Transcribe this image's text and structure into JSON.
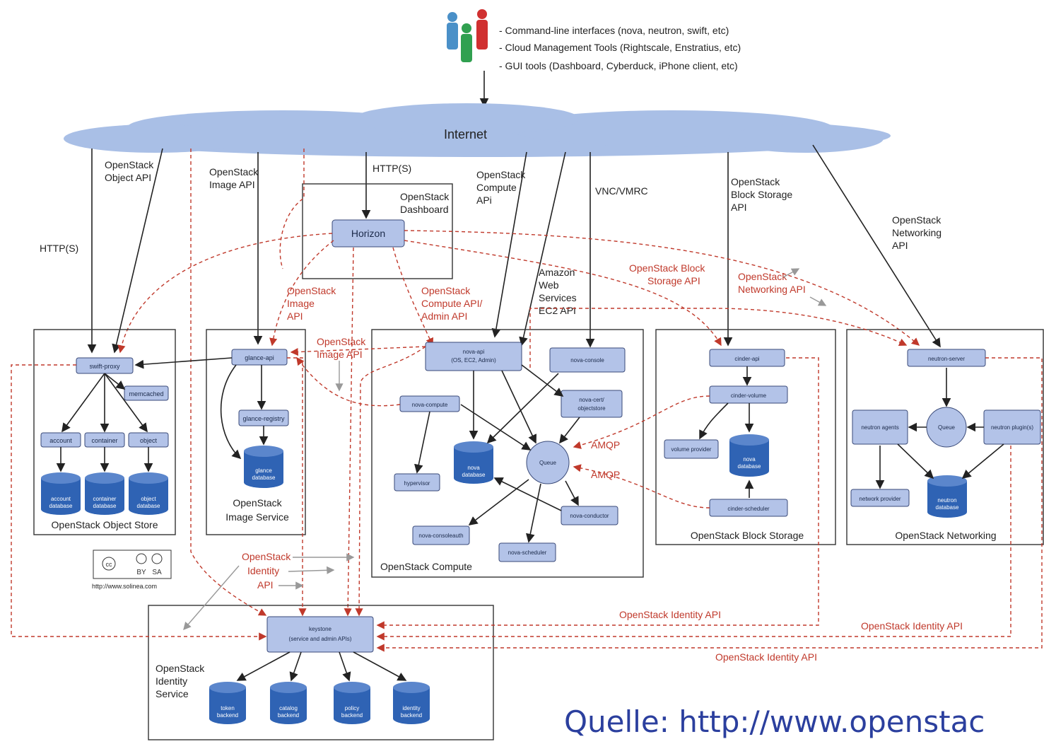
{
  "top_notes": [
    "- Command-line interfaces (nova, neutron, swift, etc)",
    "- Cloud Management Tools (Rightscale, Enstratius, etc)",
    "- GUI tools (Dashboard, Cyberduck, iPhone client, etc)"
  ],
  "cloud_label": "Internet",
  "api_labels": {
    "object_api": [
      "OpenStack",
      "Object API"
    ],
    "http_left": "HTTP(S)",
    "image_api": [
      "OpenStack",
      "Image API"
    ],
    "http_center": "HTTP(S)",
    "compute_api": [
      "OpenStack",
      "Compute",
      "APi"
    ],
    "vnc": "VNC/VMRC",
    "block_api": [
      "OpenStack",
      "Block Storage",
      "API"
    ],
    "net_api": [
      "OpenStack",
      "Networking",
      "API"
    ],
    "aws": [
      "Amazon",
      "Web",
      "Services",
      "EC2 API"
    ]
  },
  "red_labels": {
    "image_api_a": [
      "OpenStack",
      "Image",
      "API"
    ],
    "compute_admin": [
      "OpenStack",
      "Compute API/",
      "Admin API"
    ],
    "image_api_b": [
      "OpenStack",
      "Image API"
    ],
    "block_api": [
      "OpenStack Block",
      "Storage API"
    ],
    "net_api": [
      "OpenStack",
      "Networking API"
    ],
    "amqp1": "AMQP",
    "amqp2": "AMQP",
    "identity_a": [
      "OpenStack",
      "Identity",
      "API"
    ],
    "identity_b": "OpenStack Identity API",
    "identity_c": "OpenStack Identity API",
    "identity_d": "OpenStack Identity API"
  },
  "dashboard": {
    "title": [
      "OpenStack",
      "Dashboard"
    ],
    "node": "Horizon"
  },
  "object_store": {
    "title": "OpenStack Object Store",
    "nodes": {
      "proxy": "swift-proxy",
      "memcached": "memcached",
      "account": "account",
      "container": "container",
      "object": "object"
    },
    "dbs": {
      "account": [
        "account",
        "database"
      ],
      "container": [
        "container",
        "database"
      ],
      "object": [
        "object",
        "database"
      ]
    }
  },
  "image_service": {
    "title": [
      "OpenStack",
      "Image Service"
    ],
    "nodes": {
      "api": "glance-api",
      "registry": "glance-registry"
    },
    "db": [
      "glance",
      "database"
    ]
  },
  "compute": {
    "title": "OpenStack Compute",
    "nodes": {
      "api": [
        "nova-api",
        "(OS, EC2, Admin)"
      ],
      "console": "nova-console",
      "cert": [
        "nova-cert/",
        "objectstore"
      ],
      "compute": "nova-compute",
      "hypervisor": "hypervisor",
      "consoleauth": "nova-consoleauth",
      "scheduler": "nova-scheduler",
      "conductor": "nova-conductor"
    },
    "queue": "Queue",
    "db": [
      "nova",
      "database"
    ]
  },
  "block_storage": {
    "title": "OpenStack Block Storage",
    "nodes": {
      "api": "cinder-api",
      "volume": "cinder-volume",
      "provider": "volume provider",
      "scheduler": "cinder-scheduler"
    },
    "db": [
      "nova",
      "database"
    ]
  },
  "networking": {
    "title": "OpenStack Networking",
    "nodes": {
      "server": "neutron-server",
      "agents": "neutron agents",
      "plugin": "neutron plugin(s)",
      "provider": "network provider"
    },
    "queue": "Queue",
    "db": [
      "neutron",
      "database"
    ]
  },
  "identity": {
    "title": [
      "OpenStack",
      "Identity",
      "Service"
    ],
    "node": [
      "keystone",
      "(service and admin APIs)"
    ],
    "dbs": [
      [
        "token",
        "backend"
      ],
      [
        "catalog",
        "backend"
      ],
      [
        "policy",
        "backend"
      ],
      [
        "identity",
        "backend"
      ]
    ]
  },
  "license": {
    "cc": "cc",
    "by": "BY",
    "sa": "SA",
    "url": "http://www.solinea.com"
  },
  "watermark": "Quelle: http://www.openstac",
  "colors": {
    "node_fill": "#b3c3e8",
    "db_fill": "#2f63b4",
    "cloud": "#a9bfe6",
    "red": "#c0392b"
  }
}
